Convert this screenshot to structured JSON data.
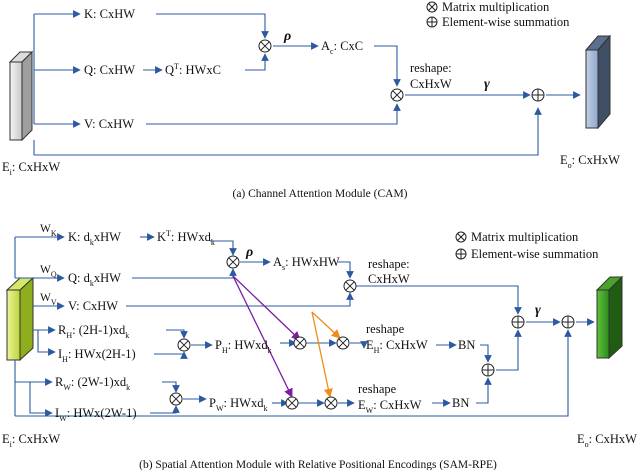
{
  "legend": {
    "matmul": "Matrix multiplication",
    "sum": "Element-wise summation"
  },
  "cam": {
    "k_label": "K: CxHW",
    "q_label": "Q: CxHW",
    "qt_base": "Q",
    "qt_sup": "T",
    "qt_rest": ": HWxC",
    "rho": "ρ",
    "ac_base": "A",
    "ac_sub": "c",
    "ac_rest": ": CxC",
    "v_label": "V: CxHW",
    "reshape": "reshape:",
    "reshape_dims": "CxHxW",
    "gamma": "γ",
    "ei_base": "E",
    "ei_sub": "i",
    "ei_rest": ": CxHxW",
    "eo_base": "E",
    "eo_sub": "o",
    "eo_rest": ": CxHxW",
    "caption": "(a) Channel Attention Module (CAM)"
  },
  "sam": {
    "w_base": "W",
    "wk_sub": "K",
    "wq_sub": "Q",
    "wv_sub": "V",
    "k_base": "K: d",
    "dk_sub": "k",
    "k_rest": "xHW",
    "kt_base": "K",
    "kt_sup": "T",
    "kt_rest": ": HWxd",
    "rho": "ρ",
    "as_base": "A",
    "as_sub": "s",
    "as_rest": ": HWxHW",
    "q_base": "Q: d",
    "q_rest": "xHW",
    "v_label": "V: CxHW",
    "reshape": "reshape:",
    "reshape_dims": "CxHxW",
    "gamma": "γ",
    "r_base": "R",
    "i_base": "I",
    "p_base": "P",
    "e_base": "E",
    "h_sub": "H",
    "w_sub": "W",
    "rh_rest": ": (2H-1)xd",
    "ih_rest": ": HWx(2H-1)",
    "ph_rest": ": HWxd",
    "rw_rest": ": (2W-1)xd",
    "iw_rest": ": HWx(2W-1)",
    "pw_rest": ": HWxd",
    "e_rest": ": CxHxW",
    "reshape_short": "reshape",
    "bn": "BN",
    "ei_base": "E",
    "ei_sub": "i",
    "ei_rest": ": CxHxW",
    "eo_base": "E",
    "eo_sub": "o",
    "eo_rest": ": CxHxW",
    "caption": "(b) Spatial Attention Module with Relative Positional Encodings (SAM-RPE)"
  }
}
